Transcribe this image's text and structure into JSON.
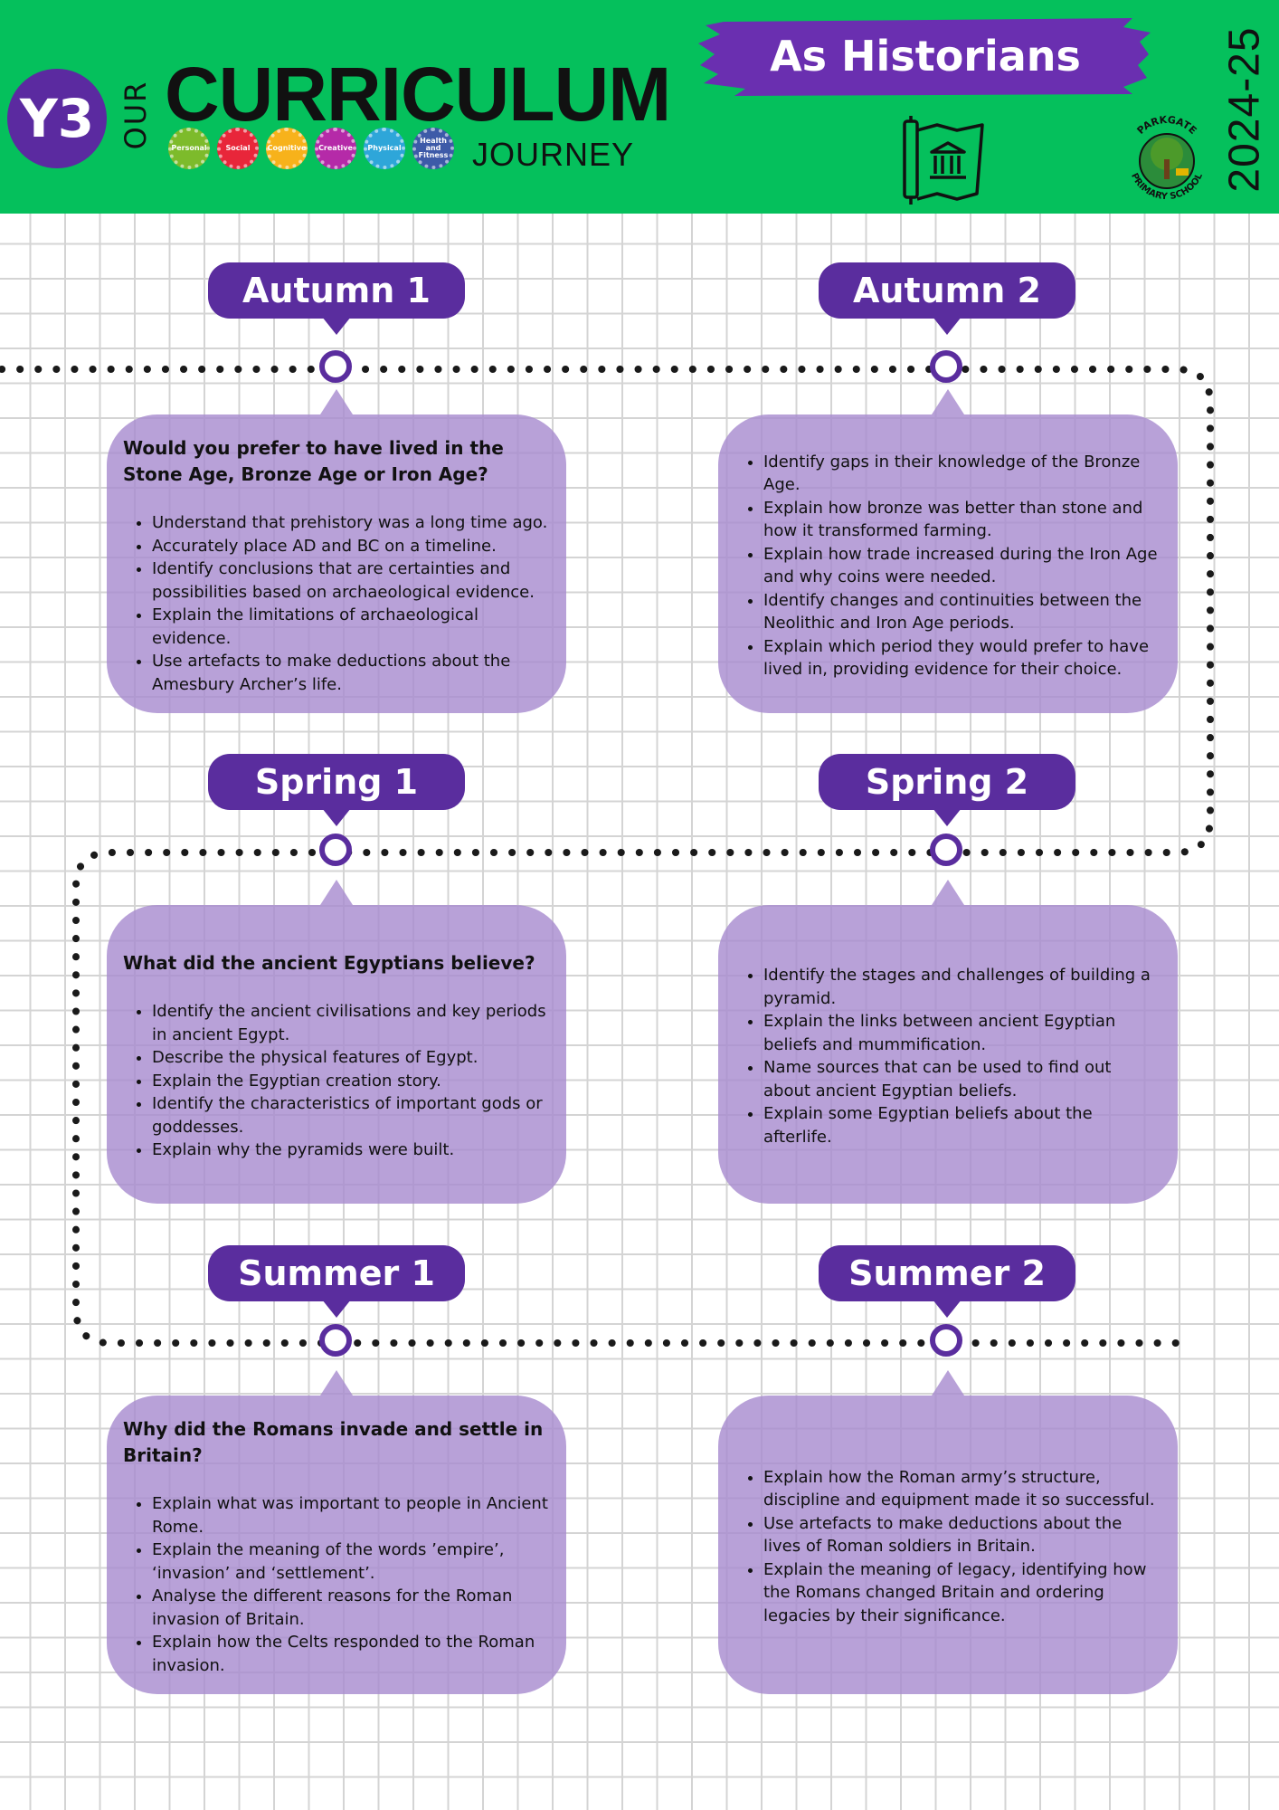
{
  "header": {
    "year_badge": "Y3",
    "our": "OUR",
    "title": "CURRICULUM",
    "subtitle": "JOURNEY",
    "topic": "As Historians",
    "academic_year": "2024-25",
    "gears": [
      {
        "label": "Personal",
        "color": "#7dbb2b"
      },
      {
        "label": "Social",
        "color": "#e8263a"
      },
      {
        "label": "Cognitive",
        "color": "#f7b21b"
      },
      {
        "label": "Creative",
        "color": "#b52aa8"
      },
      {
        "label": "Physical",
        "color": "#2ea6d9"
      },
      {
        "label": "Health and Fitness",
        "color": "#3d5aa8"
      }
    ],
    "school_logo": {
      "top_text": "PARKGATE",
      "bottom_text": "PRIMARY SCHOOL"
    }
  },
  "terms": [
    {
      "label": "Autumn 1",
      "question": "Would you prefer to have lived in the Stone Age, Bronze Age or Iron Age?",
      "points": [
        "Understand that prehistory was a long time ago.",
        "Accurately place AD and BC on a timeline.",
        "Identify conclusions that are certainties and possibilities based on archaeological evidence.",
        "Explain the limitations of archaeological evidence.",
        "Use artefacts to make deductions about the Amesbury Archer’s life."
      ]
    },
    {
      "label": "Autumn 2",
      "question": "",
      "points": [
        "Identify gaps in their knowledge of the Bronze Age.",
        "Explain how bronze was better than stone and how it transformed farming.",
        "Explain how trade increased during the Iron Age and why coins were needed.",
        "Identify changes and continuities between the Neolithic and Iron Age periods.",
        "Explain which period they would prefer to have lived in, providing evidence for their choice."
      ]
    },
    {
      "label": "Spring 1",
      "question": "What did the ancient Egyptians believe?",
      "points": [
        "Identify the ancient civilisations and key periods in ancient Egypt.",
        "Describe the physical features of Egypt.",
        "Explain the Egyptian creation story.",
        "Identify the characteristics of important gods or goddesses.",
        "Explain why the pyramids were built."
      ]
    },
    {
      "label": "Spring 2",
      "question": "",
      "points": [
        "Identify the stages and challenges of building a pyramid.",
        "Explain the links between ancient Egyptian beliefs and mummification.",
        "Name sources that can be used to find out about ancient Egyptian beliefs.",
        "Explain some Egyptian beliefs about the afterlife."
      ]
    },
    {
      "label": "Summer 1",
      "question": "Why did the Romans invade and settle in Britain?",
      "points": [
        "Explain what was important to people in Ancient Rome.",
        "Explain the meaning of the words ’empire’, ‘invasion’ and ‘settlement’.",
        "Analyse the different reasons for the Roman invasion of Britain.",
        "Explain how the Celts responded to the Roman invasion."
      ]
    },
    {
      "label": "Summer 2",
      "question": "",
      "points": [
        "Explain how the Roman army’s structure, discipline and equipment made it so successful.",
        "Use artefacts to make deductions about the lives of Roman soldiers in Britain.",
        "Explain the meaning of legacy, identifying how the Romans changed Britain and ordering legacies by their significance."
      ]
    }
  ],
  "colors": {
    "header_green": "#05c05c",
    "purple": "#5a2d9e",
    "box_lilac": "#b9a4dc"
  }
}
